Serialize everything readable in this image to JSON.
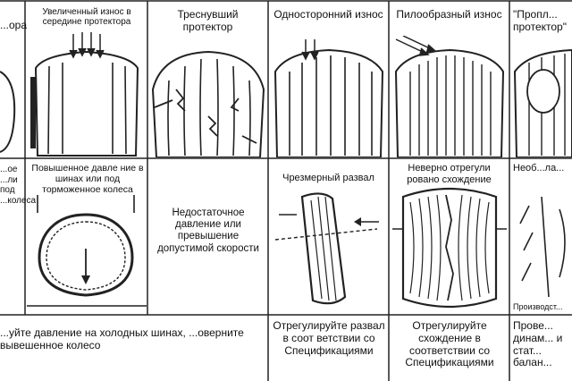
{
  "table": {
    "headers": [
      "...ора",
      "Увеличенный износ в середине протектора",
      "Треснувший протектор",
      "Односторонний износ",
      "Пилообразный износ",
      "\"Пропл... протектор\""
    ],
    "causes": [
      "...ое ...ли под ...колеса",
      "Повышенное давле ние в шинах или под торможенное колеса",
      "Недостаточное давление или превышение допустимой скорости",
      "Чрезмерный развал",
      "Неверно отрегули ровано схождение",
      "Необ...ла..."
    ],
    "fixes": [
      "...уйте давление на холодных шинах, ...оверните вывешенное колесо",
      "Отрегулируйте развал в соот ветствии со Спецификациями",
      "Отрегулируйте схождение в соответствии со Спецификациями",
      "Прове... динам... и стат... балан..."
    ],
    "footnote": "Производст..."
  }
}
